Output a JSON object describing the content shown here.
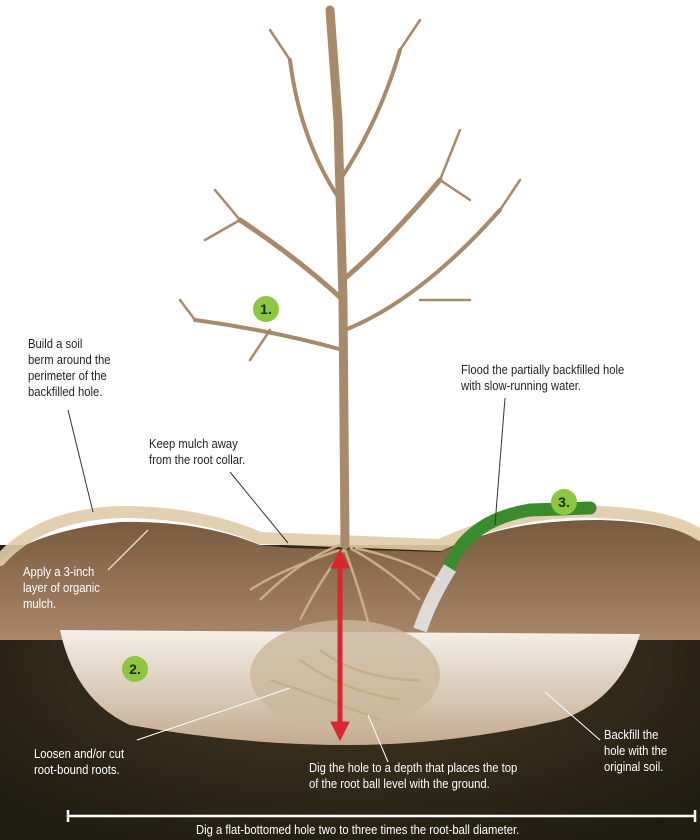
{
  "steps": {
    "one": "1.",
    "two": "2.",
    "three": "3."
  },
  "labels": {
    "berm": "Build a soil\nberm around the\nperimeter of the\nbackfilled hole.",
    "mulch_away": "Keep mulch away\nfrom the root collar.",
    "flood": "Flood the partially backfilled hole\nwith slow-running water.",
    "apply_mulch": "Apply a 3-inch\nlayer of organic\nmulch.",
    "loosen": "Loosen and/or cut\nroot-bound roots.",
    "depth": "Dig the hole to a depth that places the top\nof the root ball level with the ground.",
    "backfill": "Backfill the\nhole with the\noriginal soil.",
    "width": "Dig a flat-bottomed hole two to three times the root-ball diameter."
  },
  "colors": {
    "badge": "#8dc63f",
    "depth_arrow": "#d7282f",
    "hose": "#3d8b2f",
    "soil_dark": "#2a2416",
    "berm": "#6b4a30",
    "mulch": "#d9c3a0"
  }
}
